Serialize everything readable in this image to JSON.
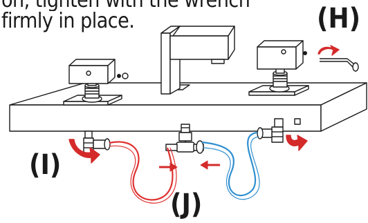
{
  "instructions": {
    "line_1": "on, tighten with the wrench",
    "line_2": "firmly in place."
  },
  "callouts": {
    "h": "(H)",
    "i": "(I)",
    "j": "(J)"
  },
  "colors": {
    "outline": "#1a1a1a",
    "hot_supply": "#e03030",
    "cold_supply": "#2f8fd0",
    "arrow": "#d42a2a",
    "deck": "#ffffff"
  },
  "icons": [
    "handle-icon",
    "set-screw-icon",
    "hex-wrench-icon",
    "rotate-arrow-icon",
    "flow-arrow-icon",
    "spout-icon",
    "valve-icon",
    "supply-hose-icon"
  ]
}
